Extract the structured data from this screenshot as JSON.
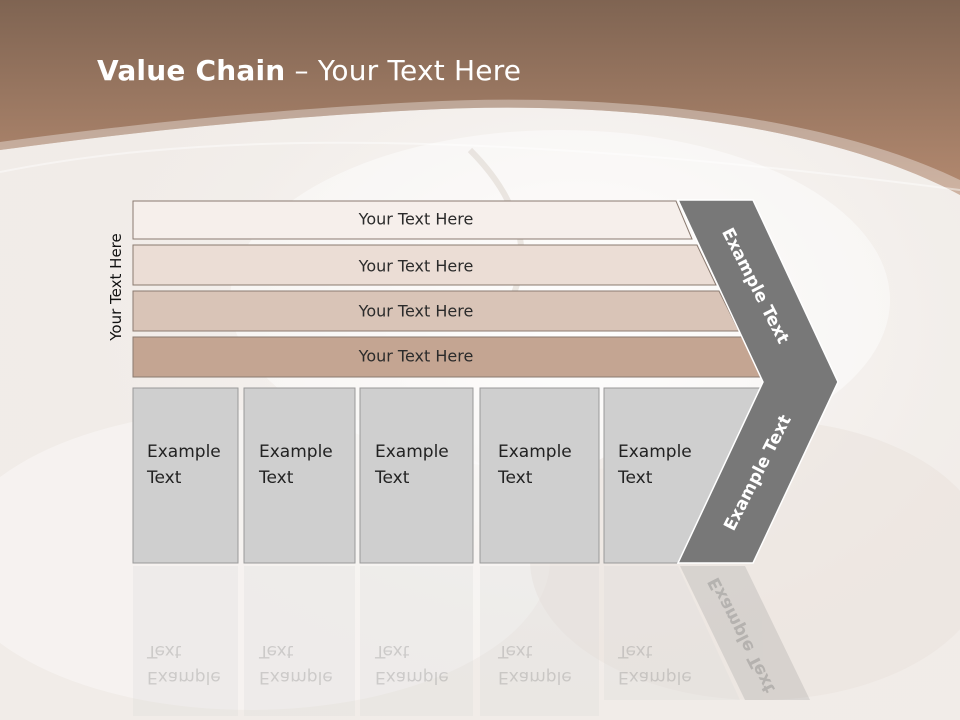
{
  "colors": {
    "header_top": "#7f6452",
    "header_bottom": "#b48a70",
    "row_fills": [
      "#f6efeb",
      "#ebddd5",
      "#d9c4b7",
      "#c4a592"
    ],
    "col_fill": "#cfcfcf",
    "chevron": "#787878"
  },
  "title": {
    "bold": "Value Chain",
    "rest": " – Your Text Here"
  },
  "side_label": "Your Text Here",
  "rows": [
    {
      "label": "Your Text Here"
    },
    {
      "label": "Your Text Here"
    },
    {
      "label": "Your Text Here"
    },
    {
      "label": "Your Text Here"
    }
  ],
  "columns": [
    {
      "line1": "Example",
      "line2": "Text"
    },
    {
      "line1": "Example",
      "line2": "Text"
    },
    {
      "line1": "Example",
      "line2": "Text"
    },
    {
      "line1": "Example",
      "line2": "Text"
    },
    {
      "line1": "Example",
      "line2": "Text"
    }
  ],
  "chevron": {
    "upper": "Example Text",
    "lower": "Example Text"
  }
}
